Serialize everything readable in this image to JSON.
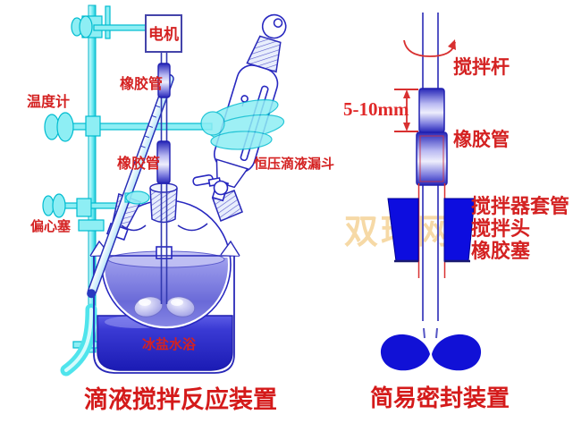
{
  "colors": {
    "label_red": "#d42222",
    "title_red": "#d41a1a",
    "glass_blue": "#2828c0",
    "stand_cyan": "#2ed8e4",
    "liquid_purple": "#6a6ad8",
    "bath_blue": "#2525c4",
    "stopper_blue": "#0d0ddf",
    "watermark_tan": "#f6d9a6",
    "rubber_tube_blue": "#2626b8",
    "background": "#ffffff"
  },
  "left_apparatus": {
    "title": "滴液搅拌反应装置",
    "labels": {
      "motor": "电机",
      "rubber_tube_upper": "橡胶管",
      "thermometer": "温度计",
      "rubber_tube_lower": "橡胶管",
      "dropping_funnel": "恒压滴液漏斗",
      "eccentric_stopper": "偏心塞",
      "ice_salt_bath": "冰盐水浴"
    }
  },
  "right_apparatus": {
    "title": "简易密封装置",
    "labels": {
      "stirring_rod": "搅拌杆",
      "gap_dimension": "5-10mm",
      "rubber_tube": "橡胶管",
      "stirrer_sleeve_tube": "搅拌器套管",
      "stirrer_head": "搅拌头",
      "rubber_stopper": "橡胶塞"
    }
  },
  "watermark": "双环网"
}
